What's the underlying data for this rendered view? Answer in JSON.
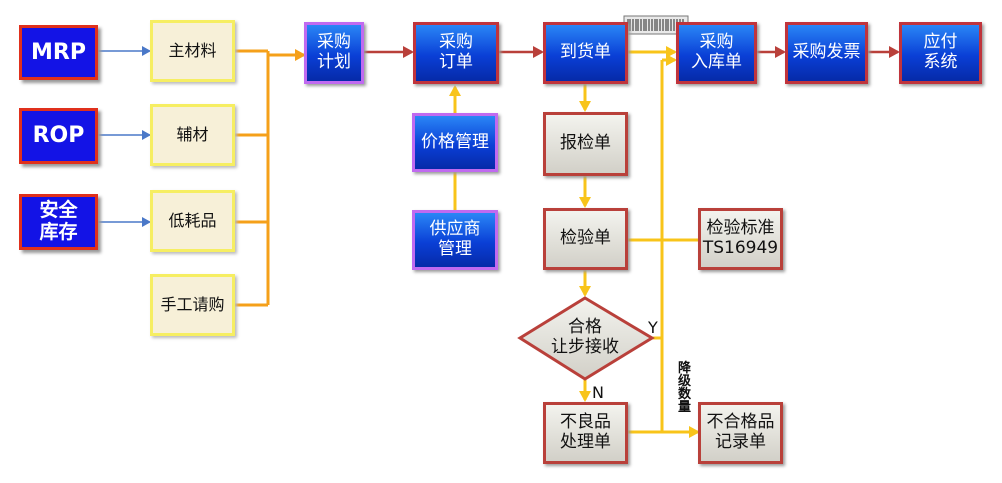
{
  "sources": {
    "mrp": "MRP",
    "rop": "ROP",
    "safety_stock": "安全\n库存"
  },
  "materials": {
    "main": "主材料",
    "aux": "辅材",
    "consumable": "低耗品",
    "manual": "手工请购"
  },
  "flow": {
    "plan": "采购\n计划",
    "order": "采购\n订单",
    "price": "价格管理",
    "supplier": "供应商\n管理",
    "arrival": "到货单",
    "stock_in": "采购\n入库单",
    "invoice": "采购发票",
    "payables": "应付\n系统"
  },
  "inspection": {
    "report": "报检单",
    "check": "检验单",
    "standard": "检验标准\nTS16949",
    "decision": "合格\n让步接收",
    "defect": "不良品\n处理单",
    "nonconform": "不合格品\n记录单"
  },
  "labels": {
    "yes": "Y",
    "no": "N",
    "downgrade": "降\n级\n数\n量"
  },
  "colors": {
    "blue_arrow": "#4a78c8",
    "orange_line": "#f5a01a",
    "yellow_line": "#f8c41a",
    "red_arrow": "#b9403a"
  }
}
